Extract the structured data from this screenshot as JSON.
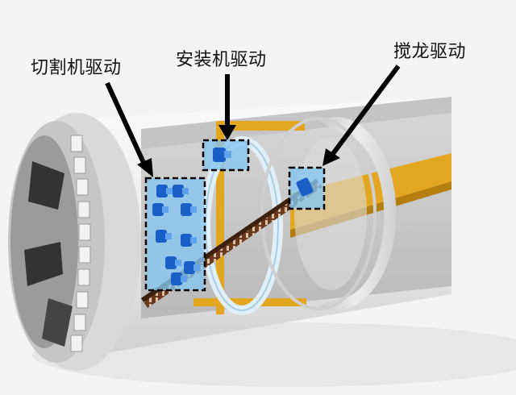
{
  "labels": {
    "cutting_drive": "切割机驱动",
    "installation_drive": "安装机驱动",
    "screw_conveyor_drive": "搅龙驱动"
  },
  "colors": {
    "background": "#f4f4f4",
    "shield_body": "#e6e6e6",
    "highlight_box": "#86c5ef",
    "motor": "#1a5fc8",
    "rail": "#e2a621",
    "conveyor": "#6b3a1e",
    "arrow": "#000000"
  }
}
